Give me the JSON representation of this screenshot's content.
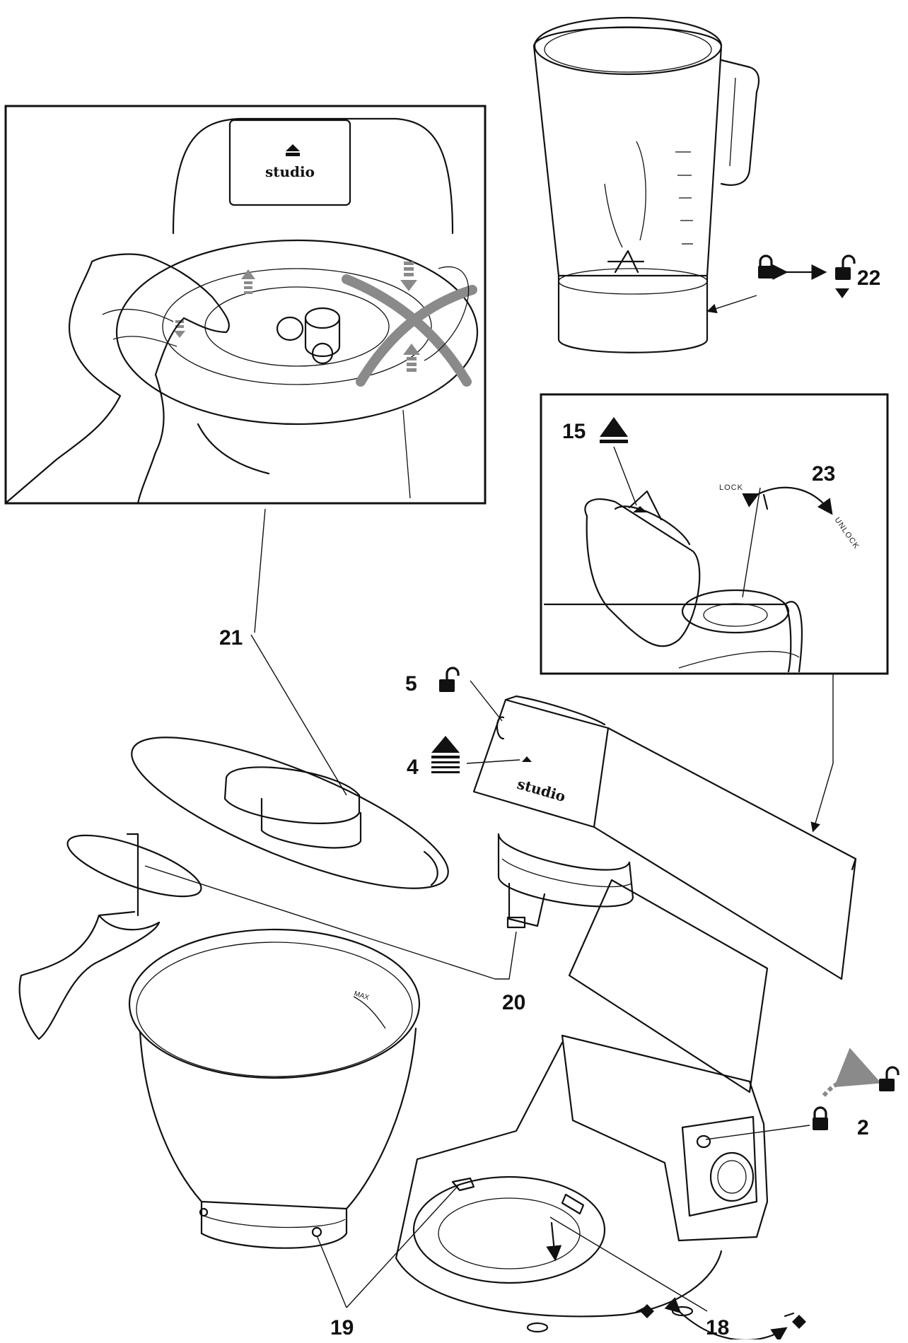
{
  "brand": {
    "inset_logo_text": "studio",
    "mixer_logo_text": "studio"
  },
  "callouts": {
    "c2": "2",
    "c4": "4",
    "c5": "5",
    "c15": "15",
    "c18": "18",
    "c19": "19",
    "c20": "20",
    "c21": "21",
    "c22": "22",
    "c23": "23"
  },
  "inset_labels": {
    "lock": "LOCK",
    "unlock": "UNLOCK"
  },
  "bowl": {
    "max_label": "MAX"
  },
  "icons": {
    "locked": "padlock-closed-icon",
    "unlocked": "padlock-open-icon",
    "eject": "eject-icon",
    "arrow_double": "double-arrow-icon"
  },
  "colors": {
    "line": "#111111",
    "background": "#ffffff",
    "arrow_grey": "#8a8a8a"
  }
}
